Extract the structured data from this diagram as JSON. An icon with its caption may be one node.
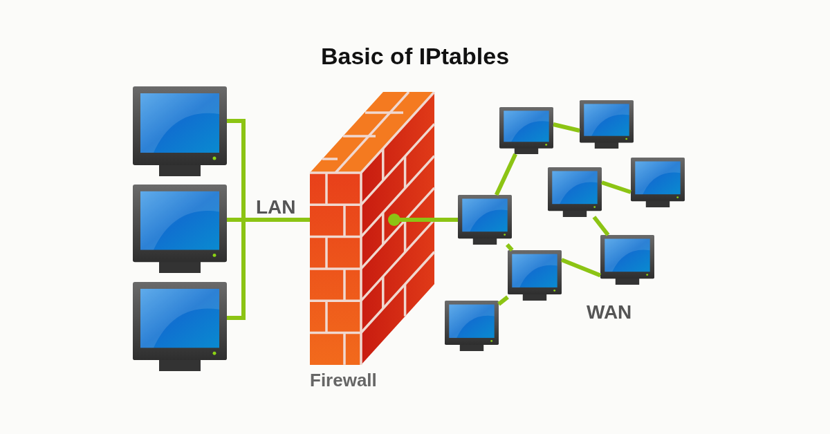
{
  "diagram": {
    "title": "Basic of IPtables",
    "nodes": [
      {
        "text": [],
        "shape": "picture"
      },
      {
        "text": [],
        "shape": "picture"
      },
      {
        "text": [],
        "shape": "picture"
      },
      {
        "text": [
          "Firewall"
        ]
      },
      {
        "text": [],
        "shape": "picture"
      },
      {
        "text": [],
        "shape": "picture"
      },
      {
        "text": [],
        "shape": "picture"
      },
      {
        "text": [],
        "shape": "picture"
      },
      {
        "text": [],
        "shape": "picture"
      },
      {
        "text": [],
        "shape": "picture"
      },
      {
        "text": [],
        "shape": "picture"
      },
      {
        "text": [],
        "shape": "picture"
      }
    ],
    "edges": [
      {
        "from": 0,
        "to": 3,
        "arrow": "none"
      },
      {
        "from": 1,
        "to": 3,
        "arrow": "none"
      },
      {
        "from": 2,
        "to": 3,
        "arrow": "none"
      },
      {
        "from": 3,
        "to": 4,
        "arrow": "other"
      },
      {
        "from": 4,
        "to": 5,
        "arrow": "none"
      },
      {
        "from": 5,
        "to": 6,
        "arrow": "none"
      },
      {
        "from": 4,
        "to": 9,
        "arrow": "none"
      },
      {
        "from": 9,
        "to": 11,
        "arrow": "none"
      },
      {
        "from": 9,
        "to": 10,
        "arrow": "none"
      },
      {
        "from": 10,
        "to": 7,
        "arrow": "none"
      },
      {
        "from": 7,
        "to": 8,
        "arrow": "none"
      }
    ],
    "labels": [
      "LAN",
      "WAN"
    ]
  }
}
